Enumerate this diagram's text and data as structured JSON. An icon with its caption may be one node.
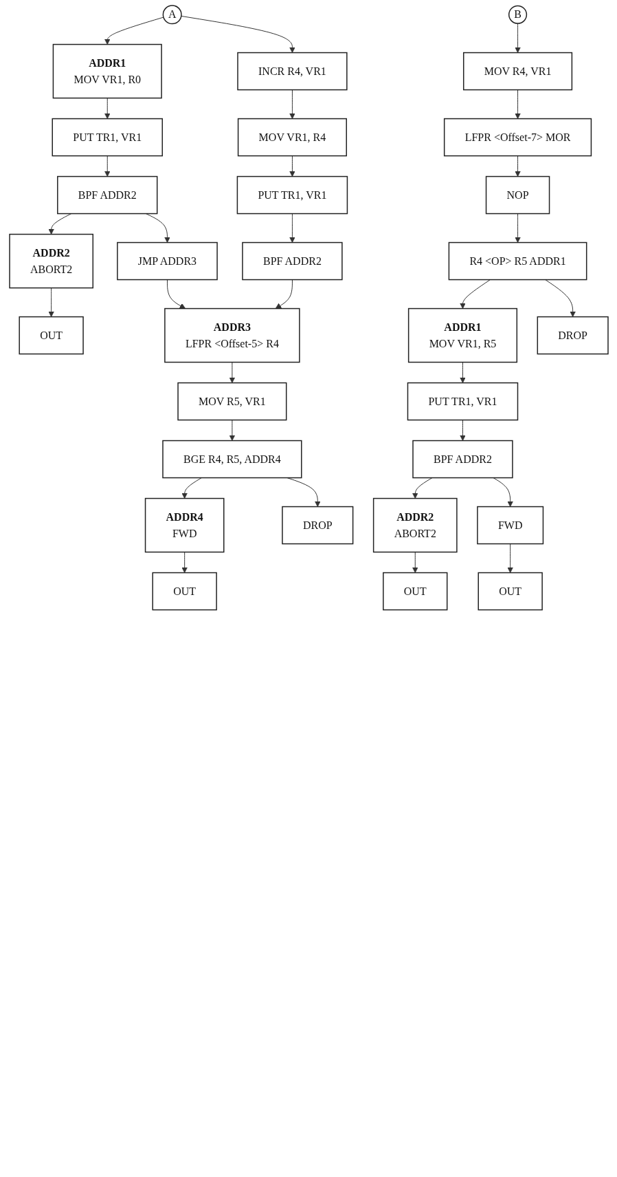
{
  "diagram": {
    "nodes": [
      {
        "text": [
          "A"
        ]
      },
      {
        "text": [
          "INCR R4, VR1"
        ]
      },
      {
        "text": [
          "ADDR1",
          "MOV VR1, R0"
        ]
      },
      {
        "text": [
          "MOV VR1, R4"
        ]
      },
      {
        "text": [
          "PUT TR1, VR1"
        ]
      },
      {
        "text": [
          "PUT TR1, VR1"
        ]
      },
      {
        "text": [
          "BPF ADDR2"
        ]
      },
      {
        "text": [
          "ADDR2",
          "ABORT2"
        ]
      },
      {
        "text": [
          "BPF ADDR2"
        ]
      },
      {
        "text": [
          "JMP ADDR3"
        ]
      },
      {
        "text": [
          "OUT"
        ]
      },
      {
        "text": [
          "ADDR3",
          "LFPR <Offset-5> R4"
        ]
      },
      {
        "text": [
          "MOV R5, VR1"
        ]
      },
      {
        "text": [
          "BGE R4, R5, ADDR4"
        ]
      },
      {
        "text": [
          "ADDR4",
          "FWD"
        ]
      },
      {
        "text": [
          "DROP"
        ]
      },
      {
        "text": [
          "OUT"
        ]
      },
      {
        "text": [
          "B"
        ]
      },
      {
        "text": [
          "MOV R4, VR1"
        ]
      },
      {
        "text": [
          "LFPR <Offset-7> MOR"
        ]
      },
      {
        "text": [
          "NOP"
        ]
      },
      {
        "text": [
          "R4 <OP> R5 ADDR1"
        ]
      },
      {
        "text": [
          "ADDR1",
          "MOV VR1, R5"
        ]
      },
      {
        "text": [
          "DROP"
        ]
      },
      {
        "text": [
          "PUT TR1, VR1"
        ]
      },
      {
        "text": [
          "BPF ADDR2"
        ]
      },
      {
        "text": [
          "ADDR2",
          "ABORT2"
        ]
      },
      {
        "text": [
          "FWD"
        ]
      },
      {
        "text": [
          "OUT"
        ]
      },
      {
        "text": [
          "OUT"
        ]
      }
    ],
    "edges": [
      {
        "from": 0,
        "to": 1,
        "arrow": "to"
      },
      {
        "from": 0,
        "to": 2,
        "arrow": "to"
      },
      {
        "from": 1,
        "to": 3,
        "arrow": "to"
      },
      {
        "from": 2,
        "to": 4,
        "arrow": "to"
      },
      {
        "from": 3,
        "to": 5,
        "arrow": "to"
      },
      {
        "from": 4,
        "to": 6,
        "arrow": "to"
      },
      {
        "from": 6,
        "to": 7,
        "arrow": "to"
      },
      {
        "from": 5,
        "to": 8,
        "arrow": "to"
      },
      {
        "from": 6,
        "to": 9,
        "arrow": "to"
      },
      {
        "from": 7,
        "to": 10,
        "arrow": "to"
      },
      {
        "from": 8,
        "to": 11,
        "arrow": "to"
      },
      {
        "from": 9,
        "to": 11,
        "arrow": "to"
      },
      {
        "from": 11,
        "to": 12,
        "arrow": "to"
      },
      {
        "from": 12,
        "to": 13,
        "arrow": "to"
      },
      {
        "from": 13,
        "to": 14,
        "arrow": "to"
      },
      {
        "from": 13,
        "to": 15,
        "arrow": "to"
      },
      {
        "from": 14,
        "to": 16,
        "arrow": "to"
      },
      {
        "from": 17,
        "to": 18,
        "arrow": "to"
      },
      {
        "from": 18,
        "to": 19,
        "arrow": "to"
      },
      {
        "from": 19,
        "to": 20,
        "arrow": "to"
      },
      {
        "from": 20,
        "to": 21,
        "arrow": "to"
      },
      {
        "from": 21,
        "to": 22,
        "arrow": "to"
      },
      {
        "from": 21,
        "to": 23,
        "arrow": "to"
      },
      {
        "from": 22,
        "to": 24,
        "arrow": "to"
      },
      {
        "from": 24,
        "to": 25,
        "arrow": "to"
      },
      {
        "from": 25,
        "to": 26,
        "arrow": "to"
      },
      {
        "from": 25,
        "to": 27,
        "arrow": "to"
      },
      {
        "from": 27,
        "to": 28,
        "arrow": "to"
      },
      {
        "from": 26,
        "to": 29,
        "arrow": "to"
      }
    ]
  }
}
